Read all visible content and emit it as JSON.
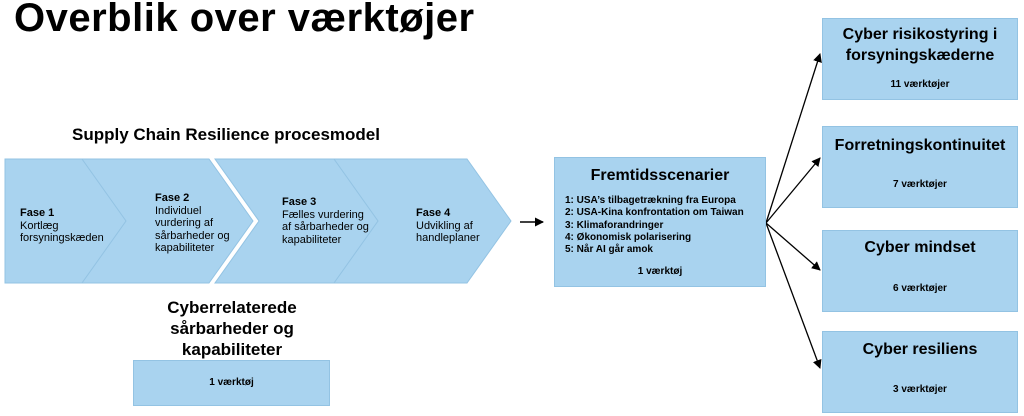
{
  "title": "Overblik over værktøjer",
  "process_model": {
    "title": "Supply Chain Resilience procesmodel",
    "phases": [
      {
        "name": "Fase 1",
        "description": "Kortlæg forsyningskæden"
      },
      {
        "name": "Fase 2",
        "description": "Individuel vurdering af sårbarheder og kapabiliteter"
      },
      {
        "name": "Fase 3",
        "description": "Fælles vurdering af sårbarheder og kapabiliteter"
      },
      {
        "name": "Fase 4",
        "description": "Udvikling af handleplaner"
      }
    ]
  },
  "cyber_related": {
    "title": "Cyberrelaterede sårbarheder og kapabiliteter",
    "tools": "1 værktøj"
  },
  "scenarios": {
    "title": "Fremtidsscenarier",
    "items": [
      "1: USA’s tilbagetrækning fra Europa",
      "2: USA-Kina konfrontation om Taiwan",
      "3: Klimaforandringer",
      "4: Økonomisk polarisering",
      "5: Når AI går amok"
    ],
    "tools": "1 værktøj"
  },
  "categories": [
    {
      "title": "Cyber risikostyring i forsyningskæderne",
      "tools": "11 værktøjer"
    },
    {
      "title": "Forretningskontinuitet",
      "tools": "7 værktøjer"
    },
    {
      "title": "Cyber mindset",
      "tools": "6 værktøjer"
    },
    {
      "title": "Cyber resiliens",
      "tools": "3 værktøjer"
    }
  ],
  "colors": {
    "box_fill": "#a9d3ef",
    "box_border": "#93c3e3",
    "arrow": "#000000"
  }
}
